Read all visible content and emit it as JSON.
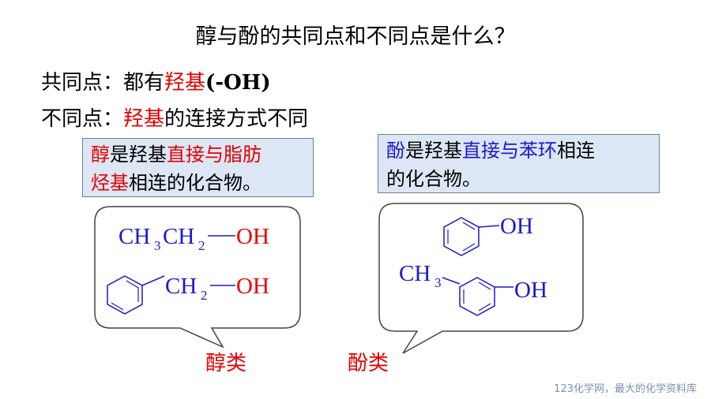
{
  "title": "醇与酚的共同点和不同点是什么？",
  "common": {
    "prefix": "共同点：都有",
    "hydroxyl": "羟基",
    "formula": "(-OH)"
  },
  "difference": {
    "prefix": "不同点：",
    "hydroxyl": "羟基",
    "suffix": "的连接方式不同"
  },
  "alcohol_box": {
    "line1": [
      "醇",
      "是羟基",
      "直接与脂肪"
    ],
    "line2": [
      "烃基",
      "相连的化合物。"
    ]
  },
  "phenol_box": {
    "line1": [
      "酚",
      "是羟基",
      "直接与苯环",
      "相连"
    ],
    "line2": [
      "的化合物。"
    ]
  },
  "alcohol_structures": {
    "ethanol": {
      "ch3": "CH",
      "sub3": "3",
      "ch2": "CH",
      "sub2": "2",
      "oh": "OH"
    },
    "benzyl": {
      "ch2": "CH",
      "sub2": "2",
      "oh": "OH"
    }
  },
  "phenol_structures": {
    "phenol": {
      "oh": "OH"
    },
    "cresol": {
      "ch3": "CH",
      "sub3": "3",
      "oh": "OH"
    }
  },
  "labels": {
    "alcohol": "醇类",
    "phenol": "酚类"
  },
  "footer": "123化学网，最大的化学资料库",
  "colors": {
    "red": "#e60000",
    "blue": "#1a1acc",
    "box_bg": "#dde6f4",
    "border": "#6f7f98"
  }
}
